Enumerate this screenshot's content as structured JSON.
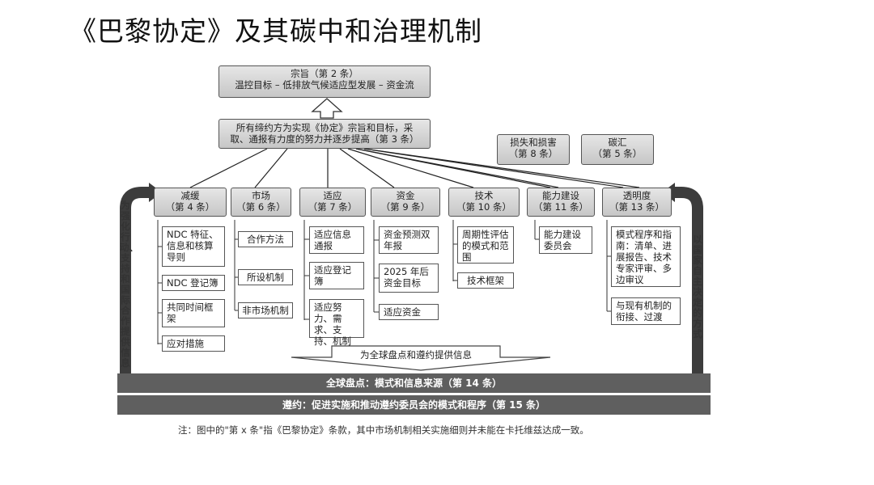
{
  "title": "《巴黎协定》及其碳中和治理机制",
  "purpose": {
    "line1": "宗旨（第 2 条）",
    "line2": "温控目标 – 低排放气候适应型发展 – 资金流"
  },
  "obligation": {
    "line1": "所有缔约方为实现《协定》宗旨和目标，采",
    "line2": "取、通报有力度的努力并逐步提高（第 3 条）"
  },
  "side_boxes": [
    {
      "line1": "损失和损害",
      "line2": "（第 8 条）"
    },
    {
      "line1": "碳汇",
      "line2": "（第 5 条）"
    }
  ],
  "categories": [
    {
      "line1": "减缓",
      "line2": "（第 4 条）",
      "items": [
        "NDC 特征、信息和核算导则",
        "NDC 登记簿",
        "共同时间框架",
        "应对措施"
      ]
    },
    {
      "line1": "市场",
      "line2": "（第 6 条）",
      "items": [
        "合作方法",
        "所设机制",
        "非市场机制"
      ]
    },
    {
      "line1": "适应",
      "line2": "（第 7 条）",
      "items": [
        "适应信息通报",
        "适应登记簿",
        "适应努力、需求、支持、机制"
      ]
    },
    {
      "line1": "资金",
      "line2": "（第 9 条）",
      "items": [
        "资金预测双年报",
        "2025 年后资金目标",
        "适应资金"
      ]
    },
    {
      "line1": "技术",
      "line2": "（第 10 条）",
      "items": [
        "周期性评估的模式和范围",
        "技术框架"
      ]
    },
    {
      "line1": "能力建设",
      "line2": "（第 11 条）",
      "items": [
        "能力建设委员会"
      ]
    },
    {
      "line1": "透明度",
      "line2": "（第 13 条）",
      "items": [
        "模式程序和指南：清单、进展报告、技术专家评审、多边审议",
        "与现有机制的衔接、过渡"
      ]
    }
  ],
  "left_arrow_label": "为强化行动、支持和国际合作提供信息",
  "right_arrow_label": "以国家自主决定的方式",
  "info_arrow_label": "为全球盘点和遵约提供信息",
  "stocktake_bar": "全球盘点：模式和信息来源（第 14 条）",
  "compliance_bar": "遵约：促进实施和推动遵约委员会的模式和程序（第 15 条）",
  "footnote": "注：图中的\"第 x 条\"指《巴黎协定》条款，其中市场机制相关实施细则并未能在卡托维兹达成一致。",
  "colors": {
    "header_fill": "#d0d0d0",
    "bar_fill": "#5f5f5f",
    "arrow_fill": "#3c3c3c"
  }
}
